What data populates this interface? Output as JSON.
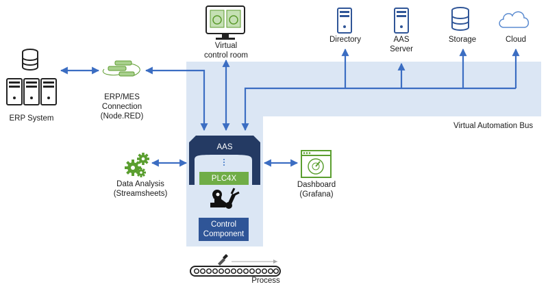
{
  "nodes": {
    "erp_system": "ERP System",
    "erp_mes_line1": "ERP/MES",
    "erp_mes_line2": "Connection",
    "erp_mes_line3": "(Node.RED)",
    "virtual_line1": "Virtual",
    "virtual_line2": "control room",
    "directory": "Directory",
    "aas_server_line1": "AAS",
    "aas_server_line2": "Server",
    "storage": "Storage",
    "cloud": "Cloud",
    "bus": "Virtual Automation Bus",
    "data_analysis_line1": "Data Analysis",
    "data_analysis_line2": "(Streamsheets)",
    "dashboard_line1": "Dashboard",
    "dashboard_line2": "(Grafana)",
    "process": "Process"
  },
  "device": {
    "aas": "AAS",
    "plc4x": "PLC4X",
    "control_line1": "Control",
    "control_line2": "Component"
  },
  "colors": {
    "bus": "#dbe6f4",
    "arrow": "#3b6dc2",
    "device_dark": "#243a63",
    "component": "#2f5597",
    "plc": "#70ad47",
    "gear": "#5a9e2f"
  }
}
